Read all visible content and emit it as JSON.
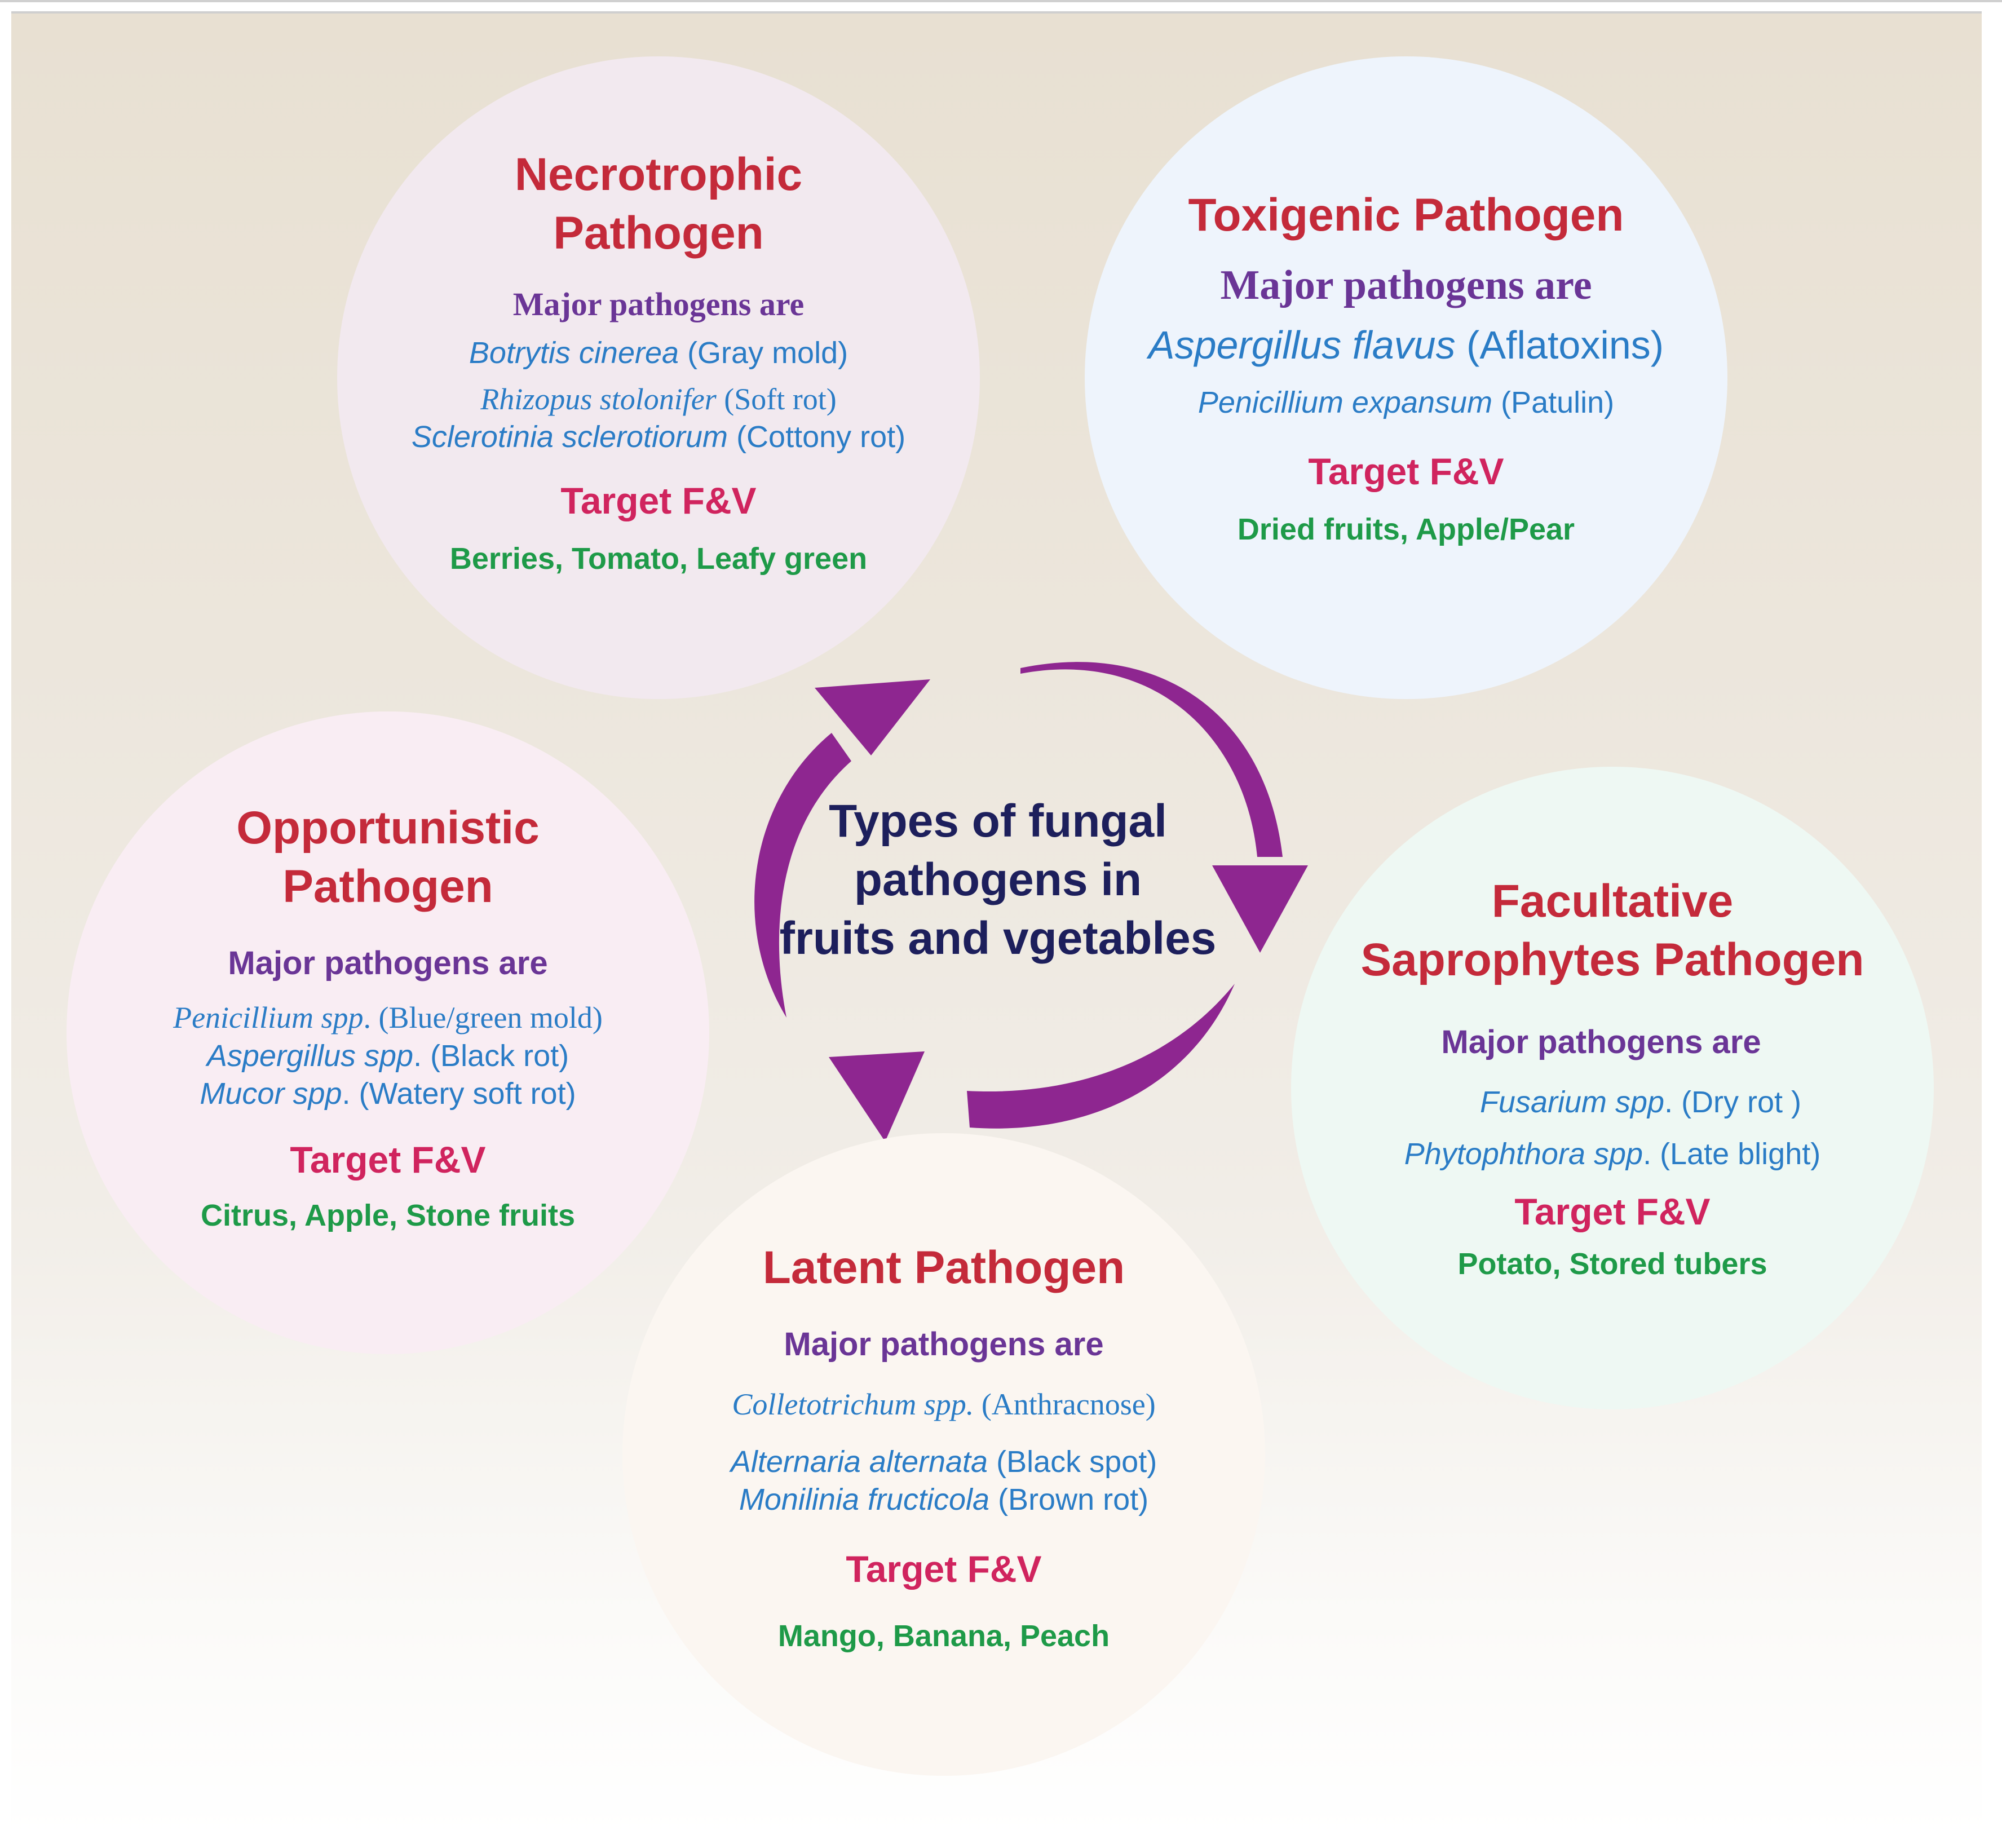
{
  "center_title_lines": [
    "Types of fungal",
    "pathogens in",
    "fruits and vgetables"
  ],
  "colors": {
    "title": "#c42a3a",
    "major": "#6a3596",
    "pathogen": "#2a7cc6",
    "target": "#d0245e",
    "fv": "#1e9a48",
    "center": "#1d1f5c",
    "arrow": "#8e2690"
  },
  "necrotrophic": {
    "title": [
      "Necrotrophic",
      "Pathogen"
    ],
    "major": "Major pathogens are",
    "pathogens": [
      {
        "species": "Botrytis cinerea",
        "disease": "(Gray mold)"
      },
      {
        "species": "Rhizopus stolonifer",
        "disease": "(Soft rot)"
      },
      {
        "species": "Sclerotinia sclerotiorum",
        "disease": "(Cottony rot)"
      }
    ],
    "target": "Target F&V",
    "fv": "Berries, Tomato, Leafy green"
  },
  "toxigenic": {
    "title": [
      "Toxigenic Pathogen"
    ],
    "major": "Major pathogens are",
    "pathogens": [
      {
        "species": "Aspergillus flavus",
        "disease": "(Aflatoxins)"
      },
      {
        "species": "Penicillium expansum",
        "disease": "(Patulin)"
      }
    ],
    "target": "Target F&V",
    "fv": "Dried fruits, Apple/Pear"
  },
  "opportunistic": {
    "title": [
      "Opportunistic",
      "Pathogen"
    ],
    "major": "Major pathogens are",
    "pathogens": [
      {
        "species": "Penicillium spp",
        "disease": ". (Blue/green mold)"
      },
      {
        "species": "Aspergillus spp",
        "disease": ". (Black rot)"
      },
      {
        "species": "Mucor spp",
        "disease": ". (Watery soft rot)"
      }
    ],
    "target": "Target F&V",
    "fv": "Citrus, Apple, Stone fruits"
  },
  "facultative": {
    "title": [
      "Facultative",
      "Saprophytes Pathogen"
    ],
    "major": "Major pathogens are",
    "pathogens": [
      {
        "species": "Fusarium spp",
        "disease": ". (Dry rot )"
      },
      {
        "species": "Phytophthora spp",
        "disease": ". (Late blight)"
      }
    ],
    "target": "Target F&V",
    "fv": "Potato, Stored tubers"
  },
  "latent": {
    "title": [
      "Latent Pathogen"
    ],
    "major": "Major pathogens are",
    "pathogens": [
      {
        "species": "Colletotrichum spp.",
        "disease": "(Anthracnose)"
      },
      {
        "species": "Alternaria alternata",
        "disease": "(Black spot)"
      },
      {
        "species": "Monilinia fructicola",
        "disease": "(Brown rot)"
      }
    ],
    "target": "Target F&V",
    "fv": "Mango, Banana, Peach"
  }
}
